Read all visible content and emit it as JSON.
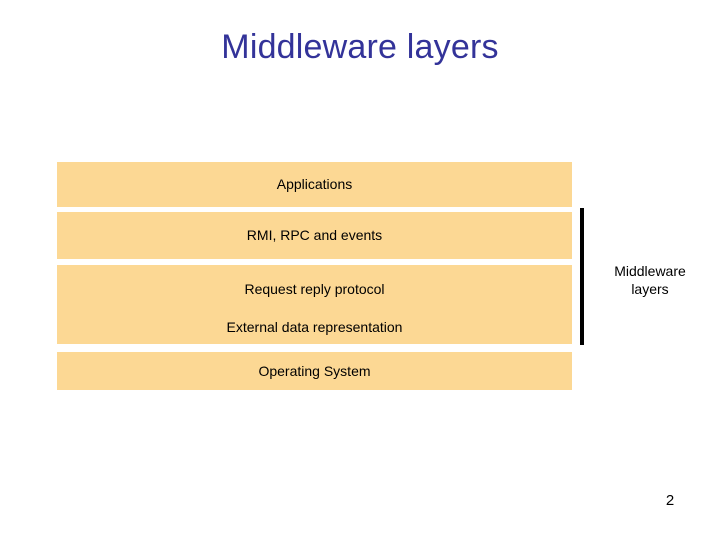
{
  "slide": {
    "title": "Middleware layers",
    "page_number": "2",
    "colors": {
      "title": "#333399",
      "bar_fill": "#FCD894",
      "bar_text": "#000000",
      "bracket": "#000000",
      "background": "#FFFFFF"
    }
  },
  "diagram": {
    "layers": [
      {
        "label": "Applications"
      },
      {
        "label": "RMI, RPC and events"
      },
      {
        "label": "Request reply protocol",
        "label2": "External data representation"
      },
      {
        "label": "Operating System"
      }
    ],
    "annotation": {
      "line1": "Middleware",
      "line2": "layers"
    }
  }
}
